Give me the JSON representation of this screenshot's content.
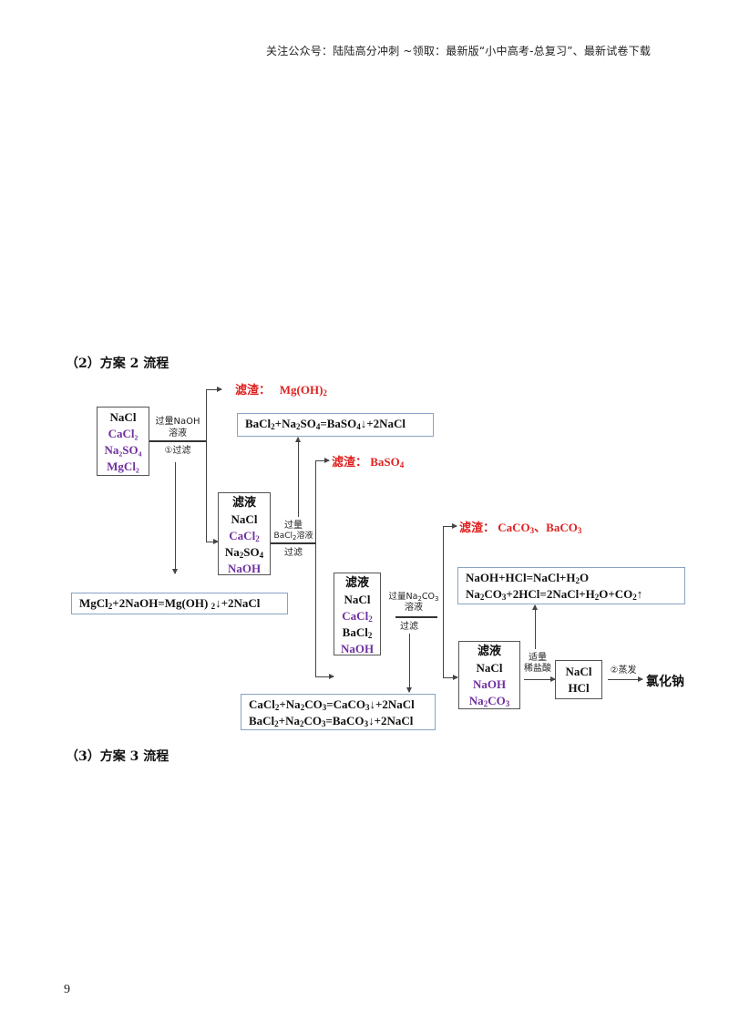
{
  "header": {
    "note": "关注公众号：陆陆高分冲刺  ~领取：最新版“小中高考-总复习”、最新试卷下载"
  },
  "sections": [
    {
      "label": "（2）方案 2 流程"
    },
    {
      "label": "（3）方案 3 流程"
    }
  ],
  "page_number": "9",
  "colors": {
    "residue_red": "#e02020",
    "impurity_purple": "#7030a0",
    "equation_box_border": "#8aa3c4",
    "process_box_border": "#555555"
  },
  "flow": {
    "start_box": {
      "items": [
        {
          "text": "NaCl",
          "color": "black"
        },
        {
          "text": "CaCl₂",
          "color": "purple"
        },
        {
          "text": "Na₂SO₄",
          "color": "purple"
        },
        {
          "text": "MgCl₂",
          "color": "purple"
        }
      ]
    },
    "step1": {
      "reagent_line1": "过量NaOH",
      "reagent_line2": "溶液",
      "operation": "①过滤"
    },
    "residue1": {
      "label": "滤渣：",
      "value": "Mg(OH)₂"
    },
    "eq1": "MgCl₂+2NaOH=Mg(OH) ₂↓+2NaCl",
    "filtrate1": {
      "title": "滤液",
      "items": [
        {
          "text": "NaCl",
          "color": "black"
        },
        {
          "text": "CaCl₂",
          "color": "purple"
        },
        {
          "text": "Na₂SO₄",
          "color": "black"
        },
        {
          "text": "NaOH",
          "color": "purple"
        }
      ]
    },
    "step2": {
      "reagent_line1": "过量",
      "reagent_line2": "BaCl₂溶液",
      "operation": "过滤"
    },
    "eq2": "BaCl₂+Na₂SO₄=BaSO₄↓+2NaCl",
    "residue2": {
      "label": "滤渣：",
      "value": "BaSO₄"
    },
    "filtrate2": {
      "title": "滤液",
      "items": [
        {
          "text": "NaCl",
          "color": "black"
        },
        {
          "text": "CaCl₂",
          "color": "purple"
        },
        {
          "text": "BaCl₂",
          "color": "black"
        },
        {
          "text": "NaOH",
          "color": "purple"
        }
      ]
    },
    "step3": {
      "reagent_line1": "过量Na₂CO₃",
      "reagent_line2": "溶液",
      "operation": "过滤"
    },
    "residue3": {
      "label": "滤渣：",
      "value": "CaCO₃、BaCO₃"
    },
    "eq3": [
      "CaCl₂+Na₂CO₃=CaCO₃↓+2NaCl",
      "BaCl₂+Na₂CO₃=BaCO₃↓+2NaCl"
    ],
    "filtrate3": {
      "title": "滤液",
      "items": [
        {
          "text": "NaCl",
          "color": "black"
        },
        {
          "text": "NaOH",
          "color": "purple"
        },
        {
          "text": "Na₂CO₃",
          "color": "purple"
        }
      ]
    },
    "step4": {
      "reagent_line1": "适量",
      "reagent_line2": "稀盐酸"
    },
    "eq4": [
      "NaOH+HCl=NaCl+H₂O",
      "Na₂CO₃+2HCl=2NaCl+H₂O+CO₂↑"
    ],
    "result_box": {
      "items": [
        "NaCl",
        "HCl"
      ]
    },
    "step5": {
      "operation": "②蒸发"
    },
    "product": "氯化钠"
  }
}
